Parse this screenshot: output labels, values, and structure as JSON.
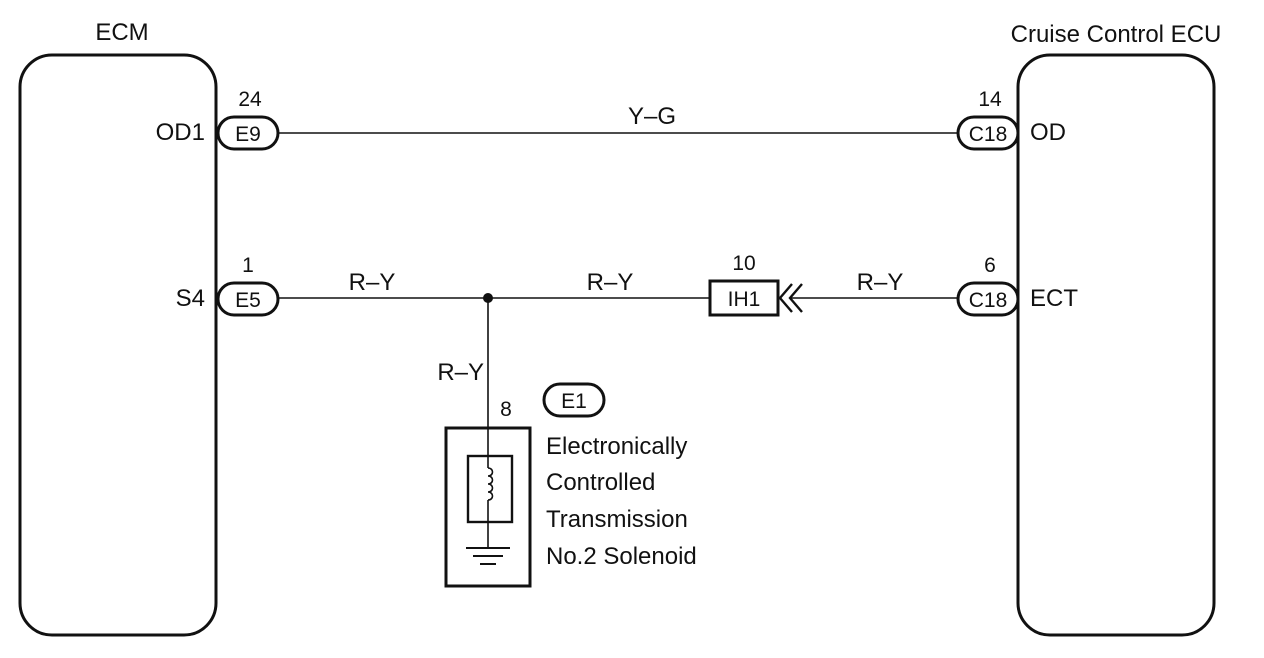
{
  "ecm": {
    "title": "ECM",
    "terminals": {
      "od1": {
        "pin": "24",
        "connector": "E9",
        "label": "OD1"
      },
      "s4": {
        "pin": "1",
        "connector": "E5",
        "label": "S4"
      }
    }
  },
  "cruise_ecu": {
    "title": "Cruise Control ECU",
    "terminals": {
      "od": {
        "pin": "14",
        "connector": "C18",
        "label": "OD"
      },
      "ect": {
        "pin": "6",
        "connector": "C18",
        "label": "ECT"
      }
    }
  },
  "wires": {
    "od_line": "Y–G",
    "s4_left": "R–Y",
    "s4_mid": "R–Y",
    "s4_right": "R–Y",
    "branch": "R–Y"
  },
  "junction_connector": {
    "pin": "10",
    "name": "IH1"
  },
  "solenoid": {
    "connector": "E1",
    "pin": "8",
    "description": [
      "Electronically",
      "Controlled",
      "Transmission",
      "No.2 Solenoid"
    ]
  },
  "icons": {
    "coil": "coil-icon",
    "ground": "ground-icon",
    "splice": "splice-dot-icon",
    "connector_arrow": "connector-chevron-icon"
  }
}
